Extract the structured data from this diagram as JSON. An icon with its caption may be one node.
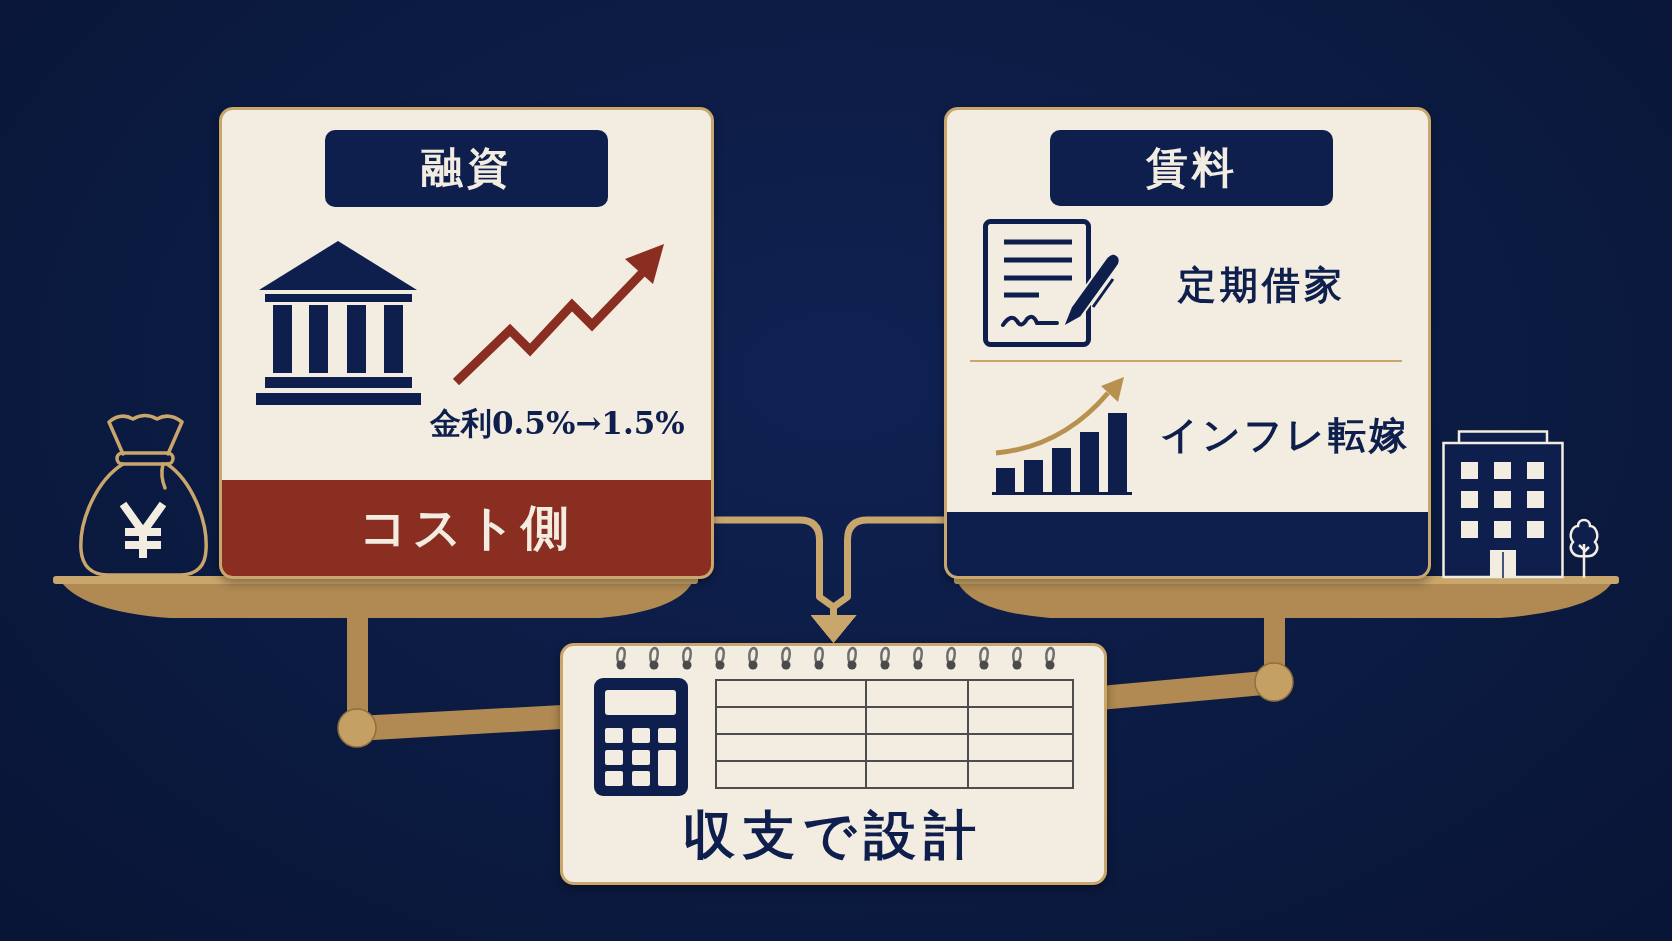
{
  "diagram": {
    "nodes": [
      {
        "text": [
          "金利0.5%→1.5%"
        ]
      },
      {
        "text": [
          "融資"
        ],
        "in": 0
      },
      {
        "text": [
          "コスト側"
        ],
        "in": 0
      },
      {
        "text": [
          "定期借家",
          "インフレ転嫁"
        ]
      },
      {
        "text": [
          "賃料"
        ],
        "in": 3
      },
      {
        "text": [],
        "shape": "bar",
        "in": 3
      },
      {
        "text": [
          "収支で設計"
        ]
      }
    ],
    "edges": [
      {
        "from": 2,
        "to": 6,
        "arrow": "to"
      },
      {
        "from": 5,
        "to": 6,
        "arrow": "to"
      }
    ]
  }
}
